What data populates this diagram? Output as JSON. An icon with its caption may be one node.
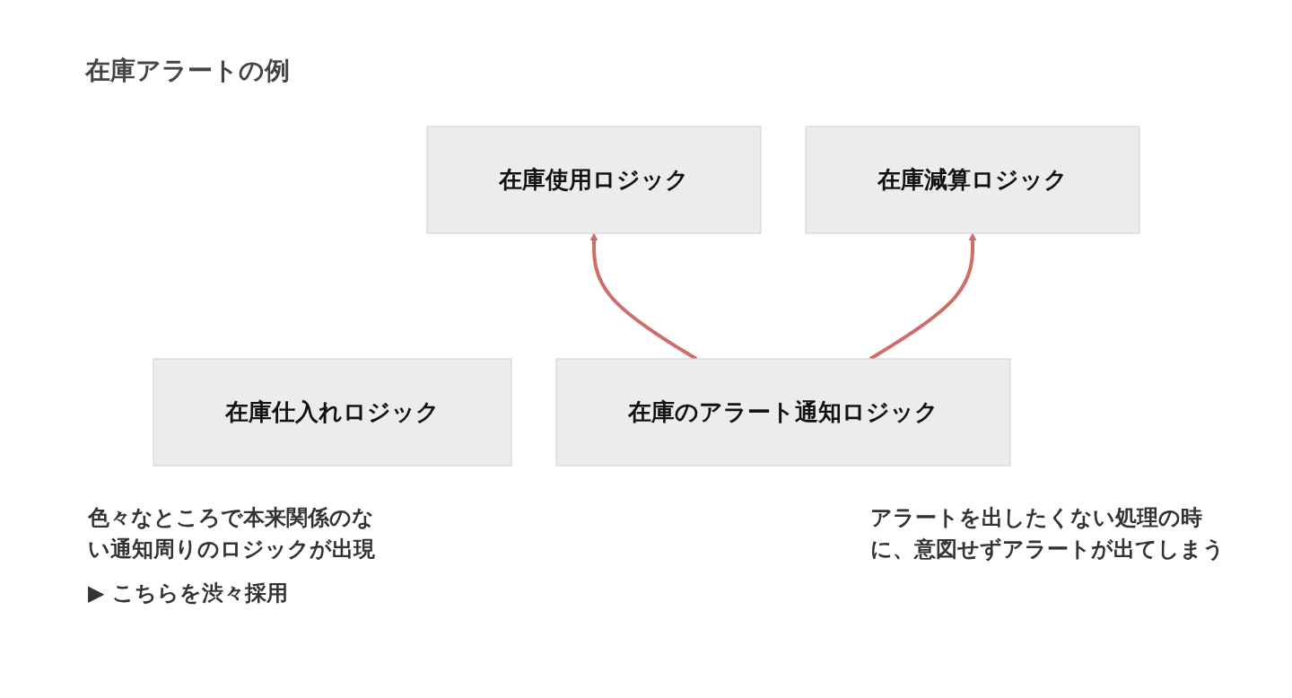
{
  "diagram": {
    "title": "在庫アラートの例",
    "nodes": [
      {
        "text": [
          "在庫仕入れロジック"
        ]
      },
      {
        "text": [
          "在庫使用ロジック"
        ]
      },
      {
        "text": [
          "在庫減算ロジック"
        ]
      },
      {
        "text": [
          "在庫のアラート通知ロジック"
        ]
      }
    ],
    "edges": [
      {
        "from": 3,
        "to": 1,
        "arrow": "to"
      },
      {
        "from": 3,
        "to": 2,
        "arrow": "to"
      }
    ],
    "labels": [
      "色々なところで本来関係のない通知周りのロジックが出現",
      "▶ こちらを渋々採用",
      "アラートを出したくない処理の時に、意図せずアラートが出てしまう"
    ]
  }
}
